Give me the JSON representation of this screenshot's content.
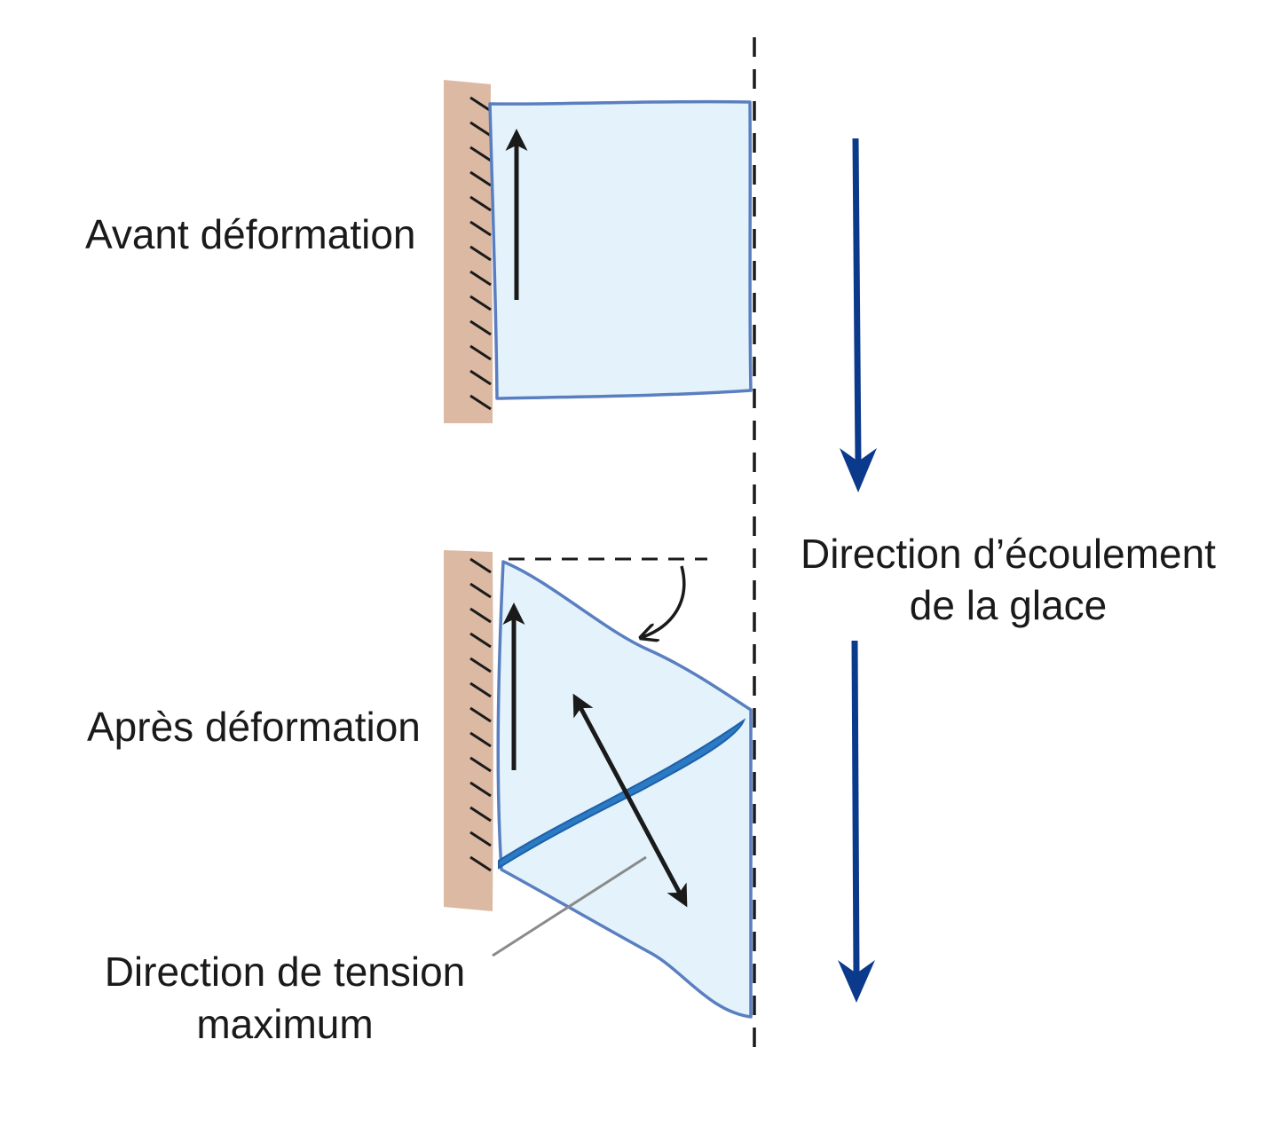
{
  "labels": {
    "before": "Avant déformation",
    "after": "Après déformation",
    "flow_line1": "Direction d’écoulement",
    "flow_line2": "de la glace",
    "tension_line1": "Direction de tension",
    "tension_line2": "maximum"
  },
  "colors": {
    "wall": "#dcb9a3",
    "ice_fill": "#e4f3fb",
    "ice_stroke": "#5a7fc0",
    "crevasse": "#2a7ac4",
    "flow_arrow": "#0b3a8c",
    "ink": "#1a1a1a",
    "leader": "#8a8a8a"
  }
}
